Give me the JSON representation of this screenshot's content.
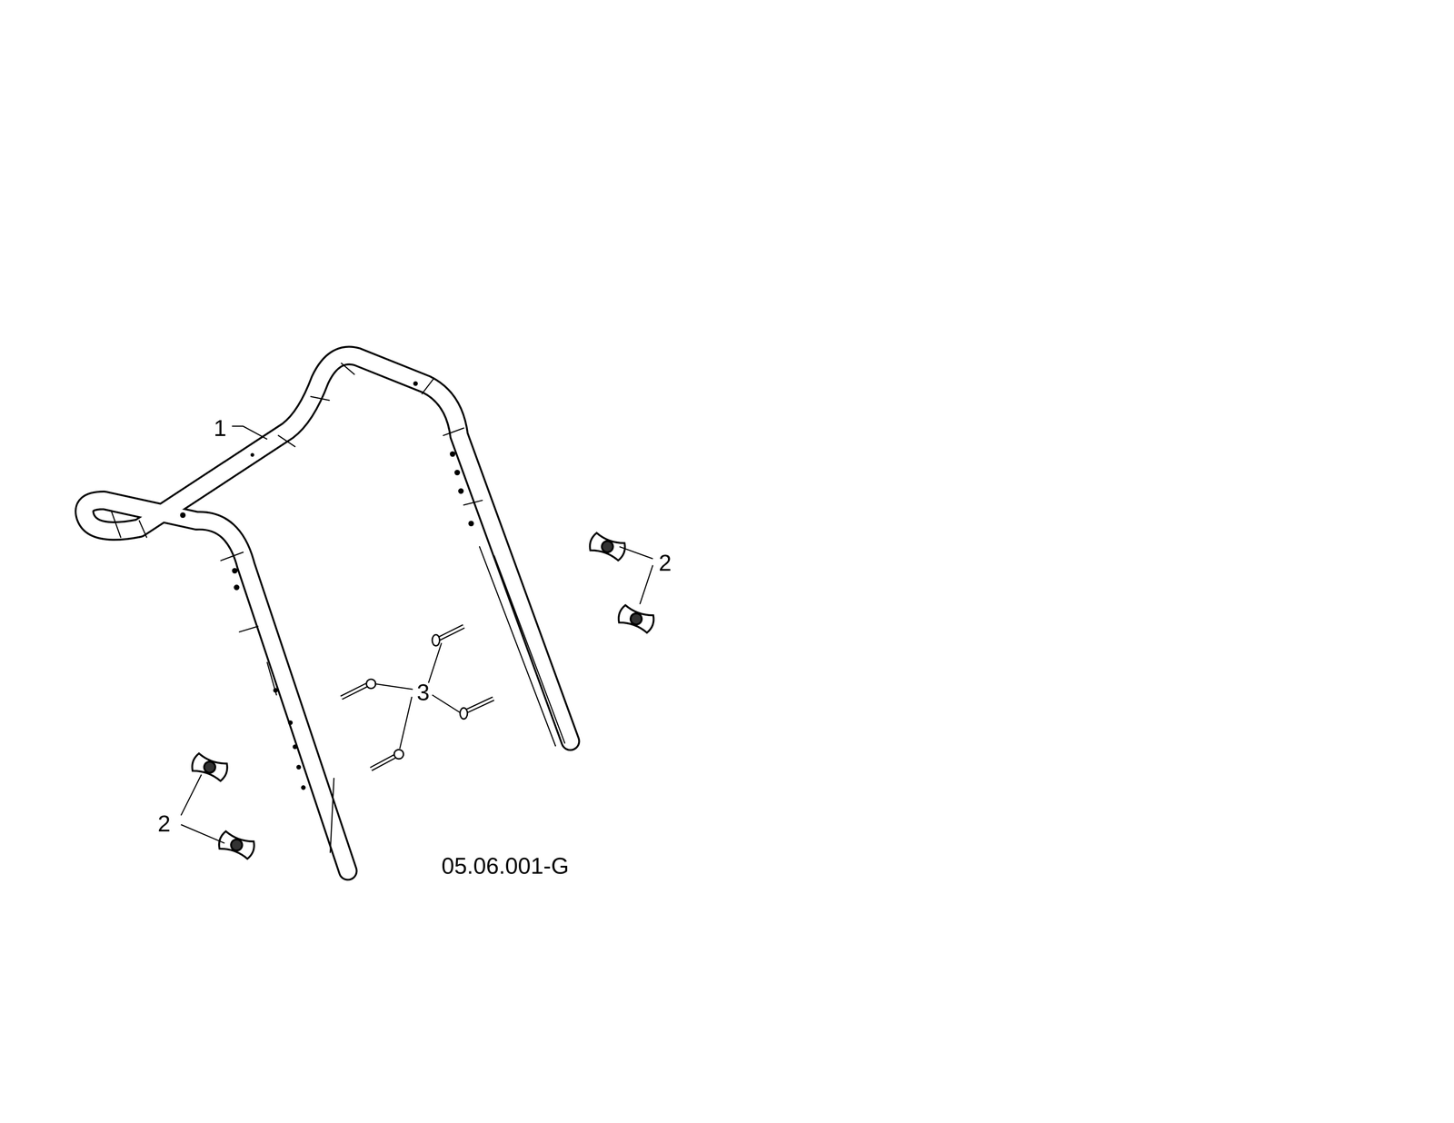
{
  "diagram": {
    "labels": [
      "1",
      "2",
      "3",
      "2",
      "05.06.001-G"
    ]
  }
}
